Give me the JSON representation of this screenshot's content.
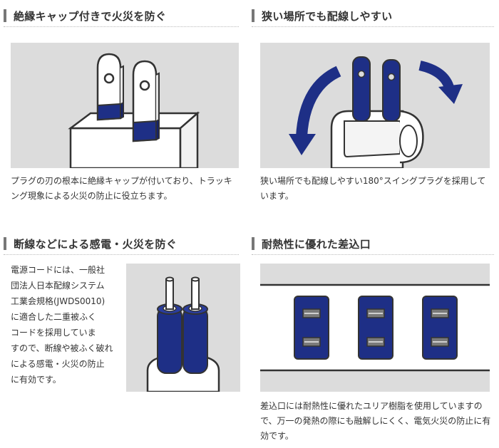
{
  "sections": [
    {
      "title": "絶縁キャップ付きで火災を防ぐ",
      "description": "プラグの刃の根本に絶縁キャップが付いており、トラッキング現象による火災の防止に役立ちます。",
      "image_icon": "insulated-plug-cap-illustration"
    },
    {
      "title": "狭い場所でも配線しやすい",
      "description": "狭い場所でも配線しやすい180°スイングプラグを採用しています。",
      "image_icon": "swing-plug-illustration"
    },
    {
      "title": "断線などによる感電・火災を防ぐ",
      "description_lines": [
        "電源コードには、一般社",
        "団法人日本配線システム",
        "工業会規格(JWDS0010)",
        "に適合した二重被ふく",
        "コードを採用していま",
        "すので、断線や被ふく破れ",
        "による感電・火災の防止",
        "に有効です。"
      ],
      "image_icon": "double-insulated-cord-illustration"
    },
    {
      "title": "耐熱性に優れた差込口",
      "description": "差込口には耐熱性に優れたユリア樹脂を使用していますので、万一の発熱の際にも融解しにくく、電気火災の防止に有効です。",
      "image_icon": "outlet-sockets-illustration"
    }
  ],
  "colors": {
    "navy": "#1e2f86",
    "panel_bg": "#dcdcdc",
    "outline": "#333333",
    "heading_bar": "#777777"
  }
}
